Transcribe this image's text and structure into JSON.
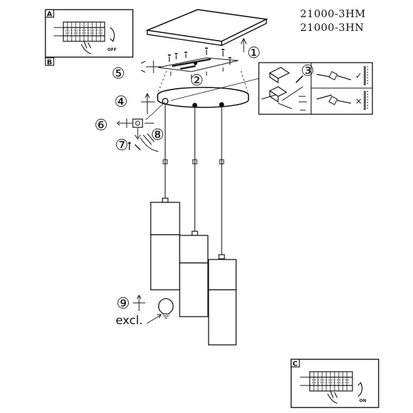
{
  "models": [
    "21000-3HM",
    "21000-3HN"
  ],
  "panels": {
    "a": {
      "letter": "A",
      "state": "OFF"
    },
    "b": {
      "letter": "B"
    },
    "c": {
      "letter": "C",
      "state": "ON"
    }
  },
  "steps": [
    "①",
    "②",
    "③",
    "④",
    "⑤",
    "⑥",
    "⑦",
    "⑧",
    "⑨"
  ],
  "bulb_note": "excl.",
  "wiring_checks": {
    "correct": "✓",
    "wrong": "×"
  }
}
